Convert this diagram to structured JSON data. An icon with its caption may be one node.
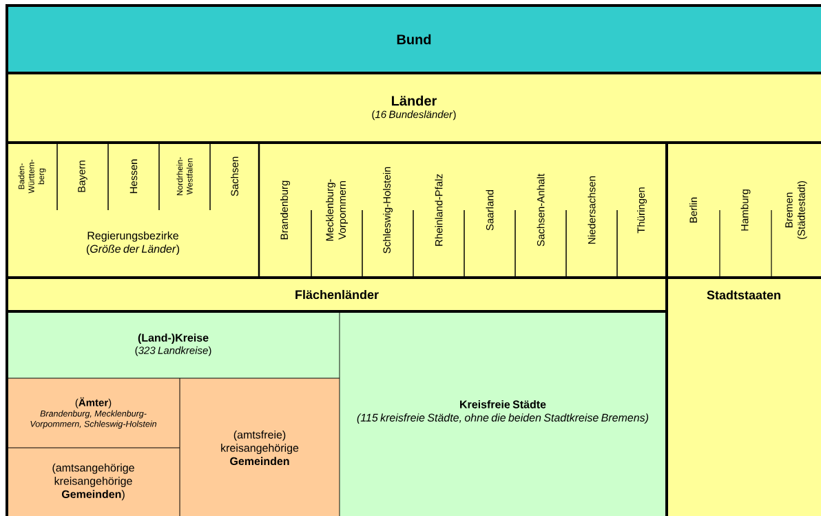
{
  "diagram": {
    "nodes": [
      {
        "text": [
          "Bund"
        ]
      },
      {
        "text": [
          "Länder",
          "(*16 Bundesländer*)"
        ]
      },
      {
        "text": [
          "Regierungsbezirke",
          "(*Größe der Länder*)"
        ]
      },
      {
        "text": [
          "Baden- Württem- berg"
        ],
        "in": 2
      },
      {
        "text": [
          "Bayern"
        ],
        "in": 2
      },
      {
        "text": [
          "Hessen"
        ],
        "in": 2
      },
      {
        "text": [
          "Nordrhein- Westfalen"
        ],
        "in": 2
      },
      {
        "text": [
          "Sachsen"
        ],
        "in": 2
      },
      {
        "text": [
          "Brandenburg"
        ]
      },
      {
        "text": [
          "Mecklenburg- Vorpommern"
        ]
      },
      {
        "text": [
          "Schleswig-Holstein"
        ]
      },
      {
        "text": [
          "Rheinland-Pfalz"
        ]
      },
      {
        "text": [
          "Saarland"
        ]
      },
      {
        "text": [
          "Sachsen-Anhalt"
        ]
      },
      {
        "text": [
          "Niedersachsen"
        ]
      },
      {
        "text": [
          "Thüringen"
        ]
      },
      {
        "text": [
          "Berlin"
        ]
      },
      {
        "text": [
          "Hamburg"
        ]
      },
      {
        "text": [
          "Bremen (Städtestadt)"
        ]
      },
      {
        "text": [
          "Flächenländer"
        ]
      },
      {
        "text": [
          "Stadtstaaten"
        ]
      },
      {
        "text": [
          "(Land-)Kreise",
          "(*323 Landkreise*)"
        ]
      },
      {
        "text": [
          "(**Ämter**)",
          "Brandenburg, Mecklenburg-Vorpommern, Schleswig-Holstein"
        ]
      },
      {
        "text": [
          "(amtsangehörige kreisangehörige **Gemeinden**)"
        ]
      },
      {
        "text": [
          "(amtsfreie) kreisangehörige **Gemeinden**"
        ]
      },
      {
        "text": [
          "Kreisfreie Städte",
          "(115 kreisfreie Städte, ohne die beiden Stadtkreise Bremens)"
        ]
      }
    ]
  }
}
